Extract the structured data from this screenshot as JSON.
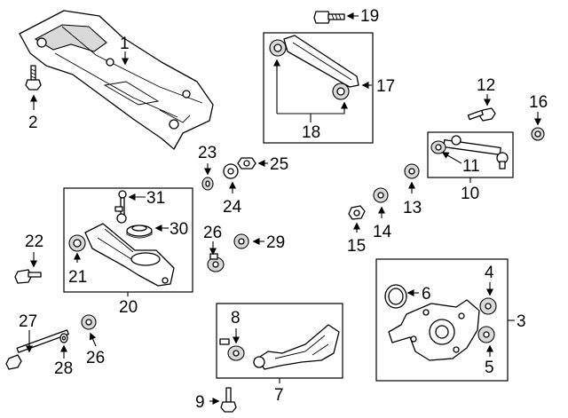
{
  "callouts": {
    "c1": "1",
    "c2": "2",
    "c3": "3",
    "c4": "4",
    "c5": "5",
    "c6": "6",
    "c7": "7",
    "c8": "8",
    "c9": "9",
    "c10": "10",
    "c11": "11",
    "c12": "12",
    "c13": "13",
    "c14": "14",
    "c15": "15",
    "c16": "16",
    "c17": "17",
    "c18": "18",
    "c19": "19",
    "c20": "20",
    "c21": "21",
    "c22": "22",
    "c23": "23",
    "c24": "24",
    "c25": "25",
    "c26a": "26",
    "c26b": "26",
    "c27": "27",
    "c28": "28",
    "c29": "29",
    "c30": "30",
    "c31": "31"
  },
  "colors": {
    "line": "#000000",
    "fill": "#ffffff",
    "shade": "#d9d9d9"
  }
}
